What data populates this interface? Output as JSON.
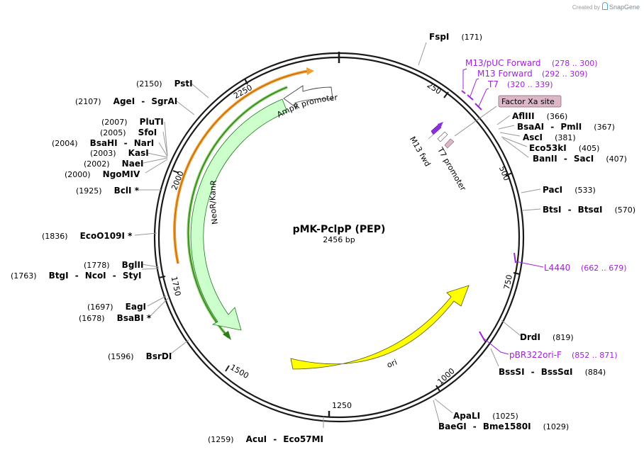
{
  "credit": {
    "prefix": "Created by",
    "brand": "SnapGene"
  },
  "map": {
    "name": "pMK-PclpP (PEP)",
    "length_label": "2456 bp",
    "length": 2456
  },
  "ticks": [
    "250",
    "500",
    "750",
    "1000",
    "1250",
    "1500",
    "1750",
    "2000",
    "2250"
  ],
  "sites_right": [
    {
      "name": "FspI",
      "pos": "(171)"
    },
    {
      "name": "AflIII",
      "pos": "(366)"
    },
    {
      "name": "BsaAI",
      "name2": "PmlI",
      "pos": "(367)"
    },
    {
      "name": "AscI",
      "pos": "(381)"
    },
    {
      "name": "Eco53kI",
      "pos": "(405)"
    },
    {
      "name": "BanII",
      "name2": "SacI",
      "pos": "(407)"
    },
    {
      "name": "PacI",
      "pos": "(533)"
    },
    {
      "name": "BtsI",
      "name2": "BtsαI",
      "pos": "(570)"
    },
    {
      "name": "DrdI",
      "pos": "(819)"
    },
    {
      "name": "BssSI",
      "name2": "BssSαI",
      "pos": "(884)"
    },
    {
      "name": "ApaLI",
      "pos": "(1025)"
    },
    {
      "name": "BaeGI",
      "name2": "Bme1580I",
      "pos": "(1029)"
    }
  ],
  "sites_left": [
    {
      "name": "AcuI",
      "name2": "Eco57MI",
      "pos": "(1259)"
    },
    {
      "name": "BsrDI",
      "pos": "(1596)"
    },
    {
      "name": "BsaBI *",
      "pos": "(1678)"
    },
    {
      "name": "EagI",
      "pos": "(1697)"
    },
    {
      "name": "BtgI",
      "name2": "NcoI",
      "name3": "StyI",
      "pos": "(1763)"
    },
    {
      "name": "BglII",
      "pos": "(1778)"
    },
    {
      "name": "EcoO109I *",
      "pos": "(1836)"
    },
    {
      "name": "BclI *",
      "pos": "(1925)"
    },
    {
      "name": "NgoMIV",
      "pos": "(2000)"
    },
    {
      "name": "NaeI",
      "pos": "(2002)"
    },
    {
      "name": "KasI",
      "pos": "(2003)"
    },
    {
      "name": "BsaHI",
      "name2": "NarI",
      "pos": "(2004)"
    },
    {
      "name": "SfoI",
      "pos": "(2005)"
    },
    {
      "name": "PluTI",
      "pos": "(2007)"
    },
    {
      "name": "AgeI",
      "name2": "SgrAI",
      "pos": "(2107)"
    },
    {
      "name": "PstI",
      "pos": "(2150)"
    }
  ],
  "primers": [
    {
      "name": "M13/pUC Forward",
      "range": "(278 .. 300)"
    },
    {
      "name": "M13 Forward",
      "range": "(292 .. 309)"
    },
    {
      "name": "T7",
      "range": "(320 .. 339)"
    },
    {
      "name": "L4440",
      "range": "(662 .. 679)"
    },
    {
      "name": "pBR322ori-F",
      "range": "(852 .. 871)"
    }
  ],
  "features": {
    "factor_xa": "Factor Xa site",
    "ampr_promoter": "AmpR promoter",
    "neor": "NeoR/KanR",
    "ori": "ori",
    "m13_fwd": "M13 fwd",
    "t7_promoter": "T7 promoter"
  },
  "colors": {
    "backbone": "#1a1a1a",
    "primer": "#a020e0",
    "neor_fill": "#ccffcc",
    "neor_stroke": "#1a7a1a",
    "ori_fill": "#ffff00",
    "orange_arc": "#f0a030",
    "green_arc": "#2e7d1a",
    "factor_xa_fill": "#dcb7c8",
    "m13_fwd_fill": "#8c2fe0",
    "t7_fill": "#dcb7c8"
  }
}
